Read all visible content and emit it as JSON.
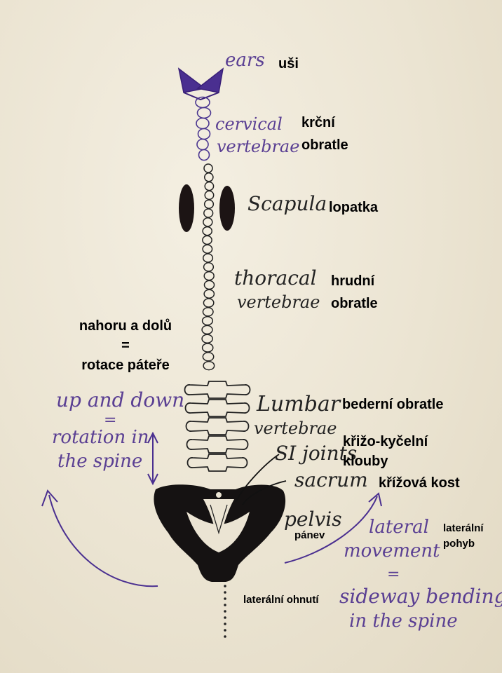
{
  "labels": {
    "ears": {
      "en": "ears",
      "cz": "uši"
    },
    "cervical": {
      "en_1": "cervical",
      "en_2": "vertebrae",
      "cz_1": "krční",
      "cz_2": "obratle"
    },
    "scapula": {
      "en": "Scapula",
      "cz": "lopatka"
    },
    "thoracic": {
      "en_1": "thoracal",
      "en_2": "vertebrae",
      "cz_1": "hrudní",
      "cz_2": "obratle"
    },
    "rotation": {
      "cz_1": "nahoru a dolů",
      "cz_2": "=",
      "cz_3": "rotace páteře",
      "en_1": "up and down",
      "en_2": "=",
      "en_3": "rotation in",
      "en_4": "the spine"
    },
    "lumbar": {
      "en_1": "Lumbar",
      "en_2": "vertebrae",
      "cz": "bederní obratle"
    },
    "si_joints": {
      "en": "SI joints",
      "cz_1": "křižo-kyčelní",
      "cz_2": "klouby"
    },
    "sacrum": {
      "en": "sacrum",
      "cz": "křížová kost"
    },
    "pelvis": {
      "en": "pelvis",
      "cz": "pánev"
    },
    "lateral": {
      "en_1": "lateral",
      "en_2": "movement",
      "en_3": "=",
      "cz_1": "laterální",
      "cz_2": "pohyb"
    },
    "bending": {
      "cz": "laterální ohnutí",
      "en_1": "sideway bending",
      "en_2": "in the spine"
    }
  },
  "colors": {
    "ink_purple": "#5a3f93",
    "ink_black": "#141414",
    "paper": "#ebe4d3"
  }
}
